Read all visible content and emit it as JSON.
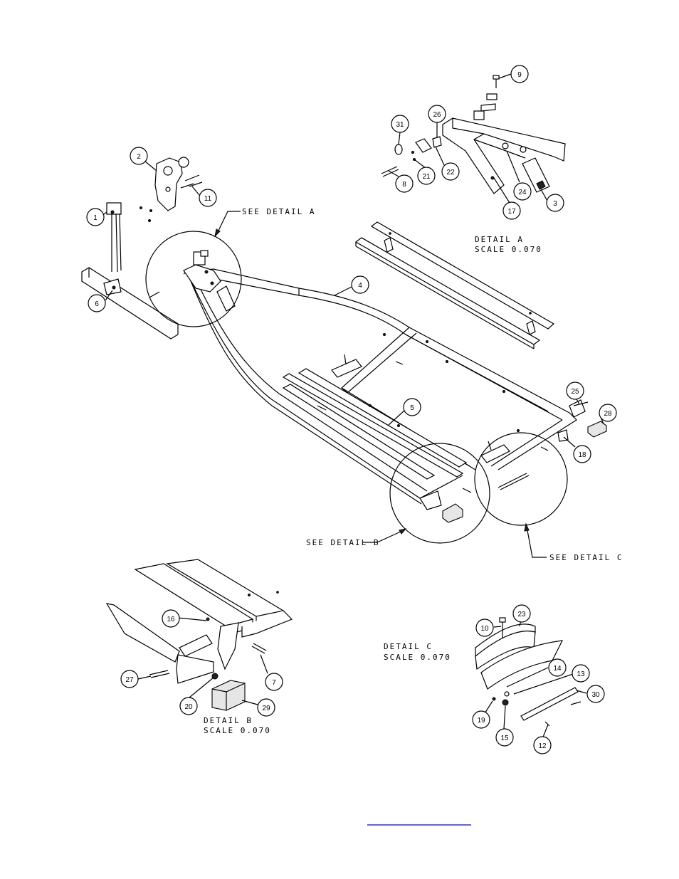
{
  "labels": {
    "see_detail_a": "SEE DETAIL  A",
    "see_detail_b": "SEE DETAIL  B",
    "see_detail_c": "SEE DETAIL  C",
    "detail_a_title": "DETAIL  A",
    "detail_a_scale": "SCALE  0.070",
    "detail_b_title": "DETAIL  B",
    "detail_b_scale": "SCALE  0.070",
    "detail_c_title": "DETAIL  C",
    "detail_c_scale": "SCALE  0.070"
  },
  "balloons": {
    "b1": "1",
    "b2": "2",
    "b3": "3",
    "b4": "4",
    "b5": "5",
    "b6": "6",
    "b7": "7",
    "b8": "8",
    "b9": "9",
    "b10": "10",
    "b11": "11",
    "b12": "12",
    "b13": "13",
    "b14": "14",
    "b15": "15",
    "b16": "16",
    "b17": "17",
    "b18": "18",
    "b19": "19",
    "b20": "20",
    "b21": "21",
    "b22": "22",
    "b23": "23",
    "b24": "24",
    "b25": "25",
    "b26": "26",
    "b27": "27",
    "b28": "28",
    "b29": "29",
    "b30": "30",
    "b31": "31"
  },
  "colors": {
    "ink": "#000000",
    "link": "#0000ee"
  }
}
